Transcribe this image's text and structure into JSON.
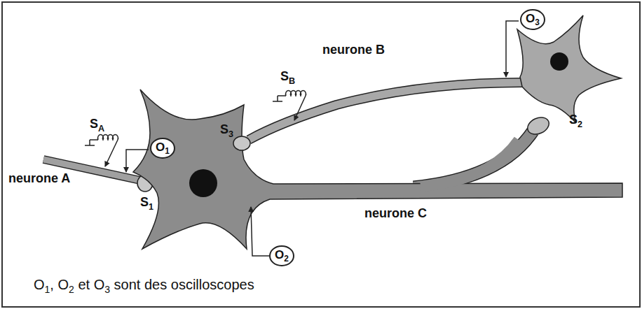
{
  "diagram": {
    "caption": "O1, O2 et O3 sont des oscilloscopes",
    "nodes": [
      {
        "text": [
          "O1"
        ]
      },
      {
        "text": [
          "O2"
        ]
      },
      {
        "text": [
          "O3"
        ]
      }
    ],
    "edges": [],
    "labels": [
      "SA",
      "SB",
      "S1",
      "S2",
      "S3",
      "neurone A",
      "neurone B",
      "neurone C"
    ]
  }
}
